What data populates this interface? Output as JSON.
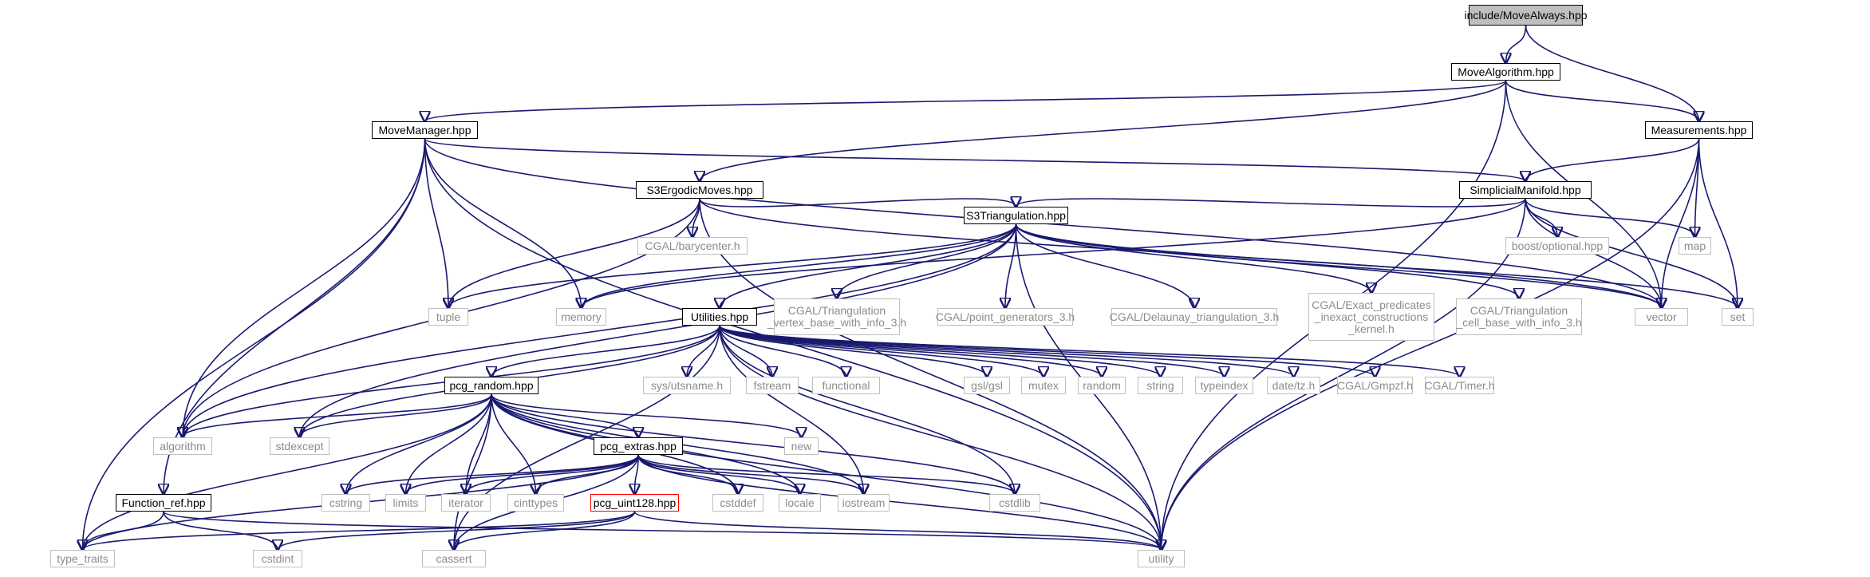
{
  "graph": {
    "root": "n0",
    "colors": {
      "edge": "#191970",
      "root_fill": "#bfbfbf",
      "system_text": "#8c8c8c",
      "system_border": "#bfbfbf",
      "highlight_border": "#ff0000"
    },
    "nodes": [
      {
        "id": "n0",
        "label": "include/MoveAlways.hpp",
        "kind": "root"
      },
      {
        "id": "n1",
        "label": "MoveAlgorithm.hpp",
        "kind": "file"
      },
      {
        "id": "n2",
        "label": "MoveManager.hpp",
        "kind": "file"
      },
      {
        "id": "n3",
        "label": "Measurements.hpp",
        "kind": "file"
      },
      {
        "id": "n4",
        "label": "S3ErgodicMoves.hpp",
        "kind": "file"
      },
      {
        "id": "n5",
        "label": "SimplicialManifold.hpp",
        "kind": "file"
      },
      {
        "id": "n6",
        "label": "CGAL/barycenter.h",
        "kind": "sys"
      },
      {
        "id": "n7",
        "label": "boost/optional.hpp",
        "kind": "sys"
      },
      {
        "id": "n8",
        "label": "map",
        "kind": "sys"
      },
      {
        "id": "n9",
        "label": "S3Triangulation.hpp",
        "kind": "file"
      },
      {
        "id": "n10",
        "label": "tuple",
        "kind": "sys"
      },
      {
        "id": "n11",
        "label": "memory",
        "kind": "sys"
      },
      {
        "id": "n12",
        "label": "CGAL/Triangulation\n_vertex_base_with_info_3.h",
        "kind": "sys"
      },
      {
        "id": "n13",
        "label": "CGAL/point_generators_3.h",
        "kind": "sys"
      },
      {
        "id": "n14",
        "label": "CGAL/Delaunay_triangulation_3.h",
        "kind": "sys"
      },
      {
        "id": "n15",
        "label": "CGAL/Exact_predicates\n_inexact_constructions\n_kernel.h",
        "kind": "sys"
      },
      {
        "id": "n16",
        "label": "CGAL/Triangulation\n_cell_base_with_info_3.h",
        "kind": "sys"
      },
      {
        "id": "n17",
        "label": "vector",
        "kind": "sys"
      },
      {
        "id": "n18",
        "label": "set",
        "kind": "sys"
      },
      {
        "id": "n19",
        "label": "Utilities.hpp",
        "kind": "file"
      },
      {
        "id": "n20",
        "label": "sys/utsname.h",
        "kind": "sys"
      },
      {
        "id": "n21",
        "label": "fstream",
        "kind": "sys"
      },
      {
        "id": "n22",
        "label": "functional",
        "kind": "sys"
      },
      {
        "id": "n23",
        "label": "gsl/gsl",
        "kind": "sys"
      },
      {
        "id": "n24",
        "label": "mutex",
        "kind": "sys"
      },
      {
        "id": "n25",
        "label": "random",
        "kind": "sys"
      },
      {
        "id": "n26",
        "label": "string",
        "kind": "sys"
      },
      {
        "id": "n27",
        "label": "typeindex",
        "kind": "sys"
      },
      {
        "id": "n28",
        "label": "date/tz.h",
        "kind": "sys"
      },
      {
        "id": "n29",
        "label": "CGAL/Gmpzf.h",
        "kind": "sys"
      },
      {
        "id": "n30",
        "label": "CGAL/Timer.h",
        "kind": "sys"
      },
      {
        "id": "n31",
        "label": "pcg_random.hpp",
        "kind": "file"
      },
      {
        "id": "n32",
        "label": "algorithm",
        "kind": "sys"
      },
      {
        "id": "n33",
        "label": "stdexcept",
        "kind": "sys"
      },
      {
        "id": "n34",
        "label": "new",
        "kind": "sys"
      },
      {
        "id": "n35",
        "label": "pcg_extras.hpp",
        "kind": "file"
      },
      {
        "id": "n36",
        "label": "cstring",
        "kind": "sys"
      },
      {
        "id": "n37",
        "label": "limits",
        "kind": "sys"
      },
      {
        "id": "n38",
        "label": "iterator",
        "kind": "sys"
      },
      {
        "id": "n39",
        "label": "cinttypes",
        "kind": "sys"
      },
      {
        "id": "n40",
        "label": "pcg_uint128.hpp",
        "kind": "warn"
      },
      {
        "id": "n41",
        "label": "cstddef",
        "kind": "sys"
      },
      {
        "id": "n42",
        "label": "locale",
        "kind": "sys"
      },
      {
        "id": "n43",
        "label": "iostream",
        "kind": "sys"
      },
      {
        "id": "n44",
        "label": "cstdlib",
        "kind": "sys"
      },
      {
        "id": "n45",
        "label": "Function_ref.hpp",
        "kind": "file"
      },
      {
        "id": "n46",
        "label": "type_traits",
        "kind": "sys"
      },
      {
        "id": "n47",
        "label": "cstdint",
        "kind": "sys"
      },
      {
        "id": "n48",
        "label": "cassert",
        "kind": "sys"
      },
      {
        "id": "n49",
        "label": "utility",
        "kind": "sys"
      }
    ],
    "edges": [
      [
        "n0",
        "n1"
      ],
      [
        "n0",
        "n3"
      ],
      [
        "n1",
        "n2"
      ],
      [
        "n1",
        "n3"
      ],
      [
        "n1",
        "n4"
      ],
      [
        "n1",
        "n17"
      ],
      [
        "n1",
        "n49"
      ],
      [
        "n2",
        "n5"
      ],
      [
        "n2",
        "n10"
      ],
      [
        "n2",
        "n11"
      ],
      [
        "n2",
        "n32"
      ],
      [
        "n2",
        "n45"
      ],
      [
        "n2",
        "n46"
      ],
      [
        "n2",
        "n17"
      ],
      [
        "n2",
        "n49"
      ],
      [
        "n3",
        "n5"
      ],
      [
        "n3",
        "n8"
      ],
      [
        "n3",
        "n17"
      ],
      [
        "n3",
        "n18"
      ],
      [
        "n3",
        "n49"
      ],
      [
        "n4",
        "n9"
      ],
      [
        "n4",
        "n6"
      ],
      [
        "n4",
        "n10"
      ],
      [
        "n4",
        "n32"
      ],
      [
        "n4",
        "n17"
      ],
      [
        "n4",
        "n49"
      ],
      [
        "n5",
        "n9"
      ],
      [
        "n5",
        "n7"
      ],
      [
        "n5",
        "n8"
      ],
      [
        "n5",
        "n17"
      ],
      [
        "n5",
        "n18"
      ],
      [
        "n5",
        "n11"
      ],
      [
        "n5",
        "n49"
      ],
      [
        "n9",
        "n19"
      ],
      [
        "n9",
        "n10"
      ],
      [
        "n9",
        "n11"
      ],
      [
        "n9",
        "n12"
      ],
      [
        "n9",
        "n13"
      ],
      [
        "n9",
        "n14"
      ],
      [
        "n9",
        "n15"
      ],
      [
        "n9",
        "n16"
      ],
      [
        "n9",
        "n17"
      ],
      [
        "n9",
        "n18"
      ],
      [
        "n9",
        "n32"
      ],
      [
        "n9",
        "n33"
      ],
      [
        "n9",
        "n49"
      ],
      [
        "n19",
        "n31"
      ],
      [
        "n19",
        "n20"
      ],
      [
        "n19",
        "n21"
      ],
      [
        "n19",
        "n22"
      ],
      [
        "n19",
        "n23"
      ],
      [
        "n19",
        "n24"
      ],
      [
        "n19",
        "n25"
      ],
      [
        "n19",
        "n26"
      ],
      [
        "n19",
        "n27"
      ],
      [
        "n19",
        "n28"
      ],
      [
        "n19",
        "n29"
      ],
      [
        "n19",
        "n30"
      ],
      [
        "n19",
        "n32"
      ],
      [
        "n19",
        "n33"
      ],
      [
        "n19",
        "n43"
      ],
      [
        "n19",
        "n44"
      ],
      [
        "n19",
        "n48"
      ],
      [
        "n19",
        "n49"
      ],
      [
        "n31",
        "n32"
      ],
      [
        "n31",
        "n33"
      ],
      [
        "n31",
        "n34"
      ],
      [
        "n31",
        "n35"
      ],
      [
        "n31",
        "n36"
      ],
      [
        "n31",
        "n37"
      ],
      [
        "n31",
        "n38"
      ],
      [
        "n31",
        "n39"
      ],
      [
        "n31",
        "n41"
      ],
      [
        "n31",
        "n42"
      ],
      [
        "n31",
        "n43"
      ],
      [
        "n31",
        "n44"
      ],
      [
        "n31",
        "n46"
      ],
      [
        "n31",
        "n48"
      ],
      [
        "n31",
        "n49"
      ],
      [
        "n35",
        "n40"
      ],
      [
        "n35",
        "n36"
      ],
      [
        "n35",
        "n37"
      ],
      [
        "n35",
        "n38"
      ],
      [
        "n35",
        "n39"
      ],
      [
        "n35",
        "n41"
      ],
      [
        "n35",
        "n42"
      ],
      [
        "n35",
        "n43"
      ],
      [
        "n35",
        "n44"
      ],
      [
        "n35",
        "n46"
      ],
      [
        "n35",
        "n48"
      ],
      [
        "n35",
        "n49"
      ],
      [
        "n40",
        "n46"
      ],
      [
        "n40",
        "n47"
      ],
      [
        "n40",
        "n48"
      ],
      [
        "n40",
        "n49"
      ],
      [
        "n45",
        "n46"
      ],
      [
        "n45",
        "n47"
      ],
      [
        "n45",
        "n49"
      ]
    ]
  }
}
